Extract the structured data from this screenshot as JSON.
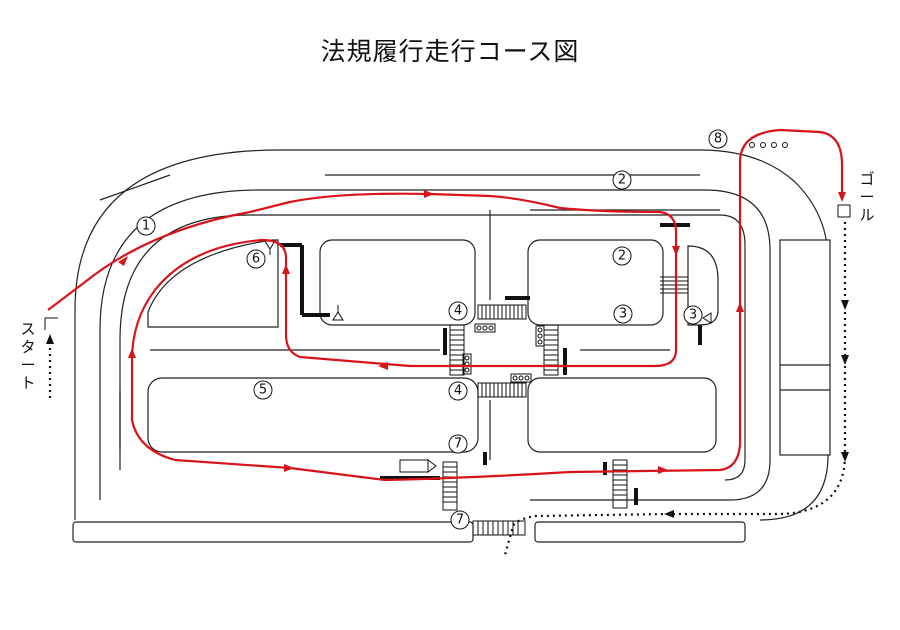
{
  "title": "法規履行走行コース図",
  "start_label": "スタート",
  "goal_label": "ゴール",
  "markers": {
    "m1": "1",
    "m2": "2",
    "m3": "3",
    "m4": "4",
    "m5": "5",
    "m6": "6",
    "m7": "7",
    "m8": "8"
  },
  "colors": {
    "route": "#d8141b",
    "line": "#222222"
  }
}
